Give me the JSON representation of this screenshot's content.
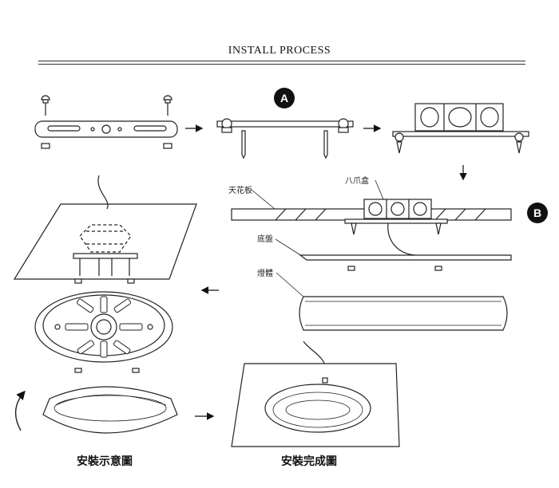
{
  "header": {
    "title": "INSTALL PROCESS"
  },
  "steps": {
    "a": "A",
    "b": "B"
  },
  "labels": {
    "ceiling_board": "天花板",
    "claw_box": "八爪盒",
    "base_plate": "底盤",
    "lamp_body": "燈體"
  },
  "captions": {
    "install_diagram": "安裝示意圖",
    "install_complete": "安裝完成圖"
  }
}
